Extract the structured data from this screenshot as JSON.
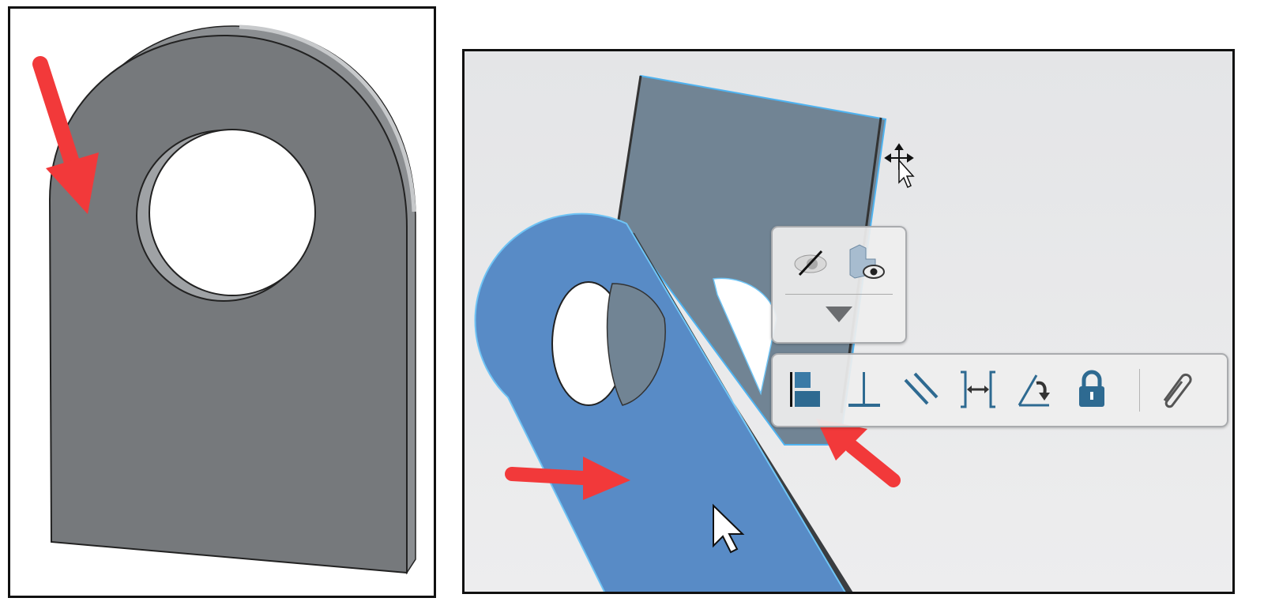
{
  "colors": {
    "plate_gray": "#76797c",
    "selected_blue": "#588bc6",
    "mate_part_gray": "#718494",
    "annotation_red": "#f2393a",
    "toolbar_icon_blue": "#2e6a91",
    "viewport_bg": "#e9eaec"
  },
  "left_view": {
    "arrow_icon": "red-arrow",
    "part": "gray-plate-with-hole"
  },
  "right_view": {
    "arrows": [
      "red-arrow",
      "red-arrow"
    ],
    "context_toolbar": {
      "top_group": [
        "hide-icon",
        "isolate-icon",
        "expand-down-icon"
      ],
      "mate_icons": [
        "coincident-icon",
        "perpendicular-icon",
        "parallel-icon",
        "distance-icon",
        "angle-icon",
        "lock-icon",
        "paperclip-icon"
      ]
    },
    "cursors": [
      "move-cursor-icon",
      "pointer-cursor-icon"
    ]
  }
}
